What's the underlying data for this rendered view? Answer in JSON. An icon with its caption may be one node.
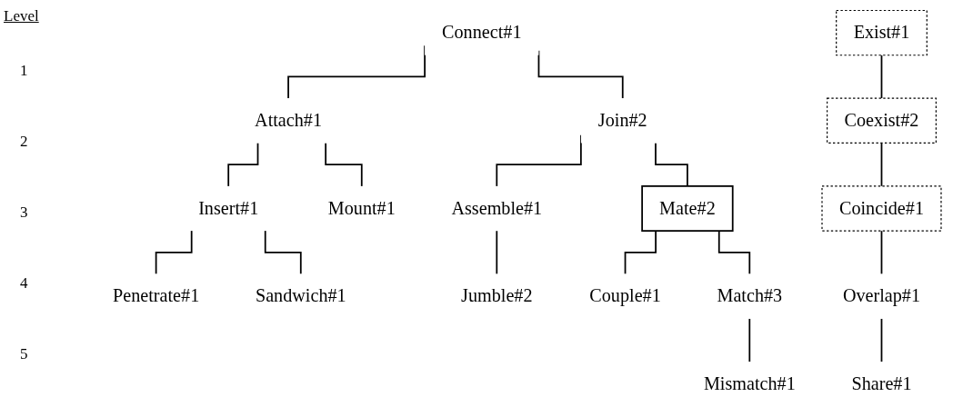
{
  "diagram": {
    "nodes": [
      {
        "text": [
          "Connect#1"
        ]
      },
      {
        "text": [
          "Exist#1"
        ]
      },
      {
        "text": [
          "Attach#1"
        ]
      },
      {
        "text": [
          "Join#2"
        ]
      },
      {
        "text": [
          "Coexist#2"
        ]
      },
      {
        "text": [
          "Insert#1"
        ]
      },
      {
        "text": [
          "Mount#1"
        ]
      },
      {
        "text": [
          "Assemble#1"
        ]
      },
      {
        "text": [
          "Mate#2"
        ]
      },
      {
        "text": [
          "Coincide#1"
        ]
      },
      {
        "text": [
          "Penetrate#1"
        ]
      },
      {
        "text": [
          "Sandwich#1"
        ]
      },
      {
        "text": [
          "Jumble#2"
        ]
      },
      {
        "text": [
          "Couple#1"
        ]
      },
      {
        "text": [
          "Match#3"
        ]
      },
      {
        "text": [
          "Overlap#1"
        ]
      },
      {
        "text": [
          "Mismatch#1"
        ]
      },
      {
        "text": [
          "Share#1"
        ]
      }
    ],
    "edges": [
      {
        "from": 0,
        "to": 2,
        "arrow": "none"
      },
      {
        "from": 0,
        "to": 3,
        "arrow": "none"
      },
      {
        "from": 2,
        "to": 5,
        "arrow": "none"
      },
      {
        "from": 2,
        "to": 6,
        "arrow": "none"
      },
      {
        "from": 3,
        "to": 7,
        "arrow": "none"
      },
      {
        "from": 3,
        "to": 8,
        "arrow": "none"
      },
      {
        "from": 5,
        "to": 10,
        "arrow": "none"
      },
      {
        "from": 5,
        "to": 11,
        "arrow": "none"
      },
      {
        "from": 7,
        "to": 12,
        "arrow": "none"
      },
      {
        "from": 8,
        "to": 13,
        "arrow": "none"
      },
      {
        "from": 8,
        "to": 14,
        "arrow": "none"
      },
      {
        "from": 14,
        "to": 16,
        "arrow": "none"
      },
      {
        "from": 1,
        "to": 4,
        "arrow": "none"
      },
      {
        "from": 4,
        "to": 9,
        "arrow": "none"
      },
      {
        "from": 9,
        "to": 15,
        "arrow": "none"
      },
      {
        "from": 15,
        "to": 17,
        "arrow": "none"
      }
    ],
    "labels": [
      "Level",
      "1",
      "2",
      "3",
      "4",
      "5"
    ]
  }
}
